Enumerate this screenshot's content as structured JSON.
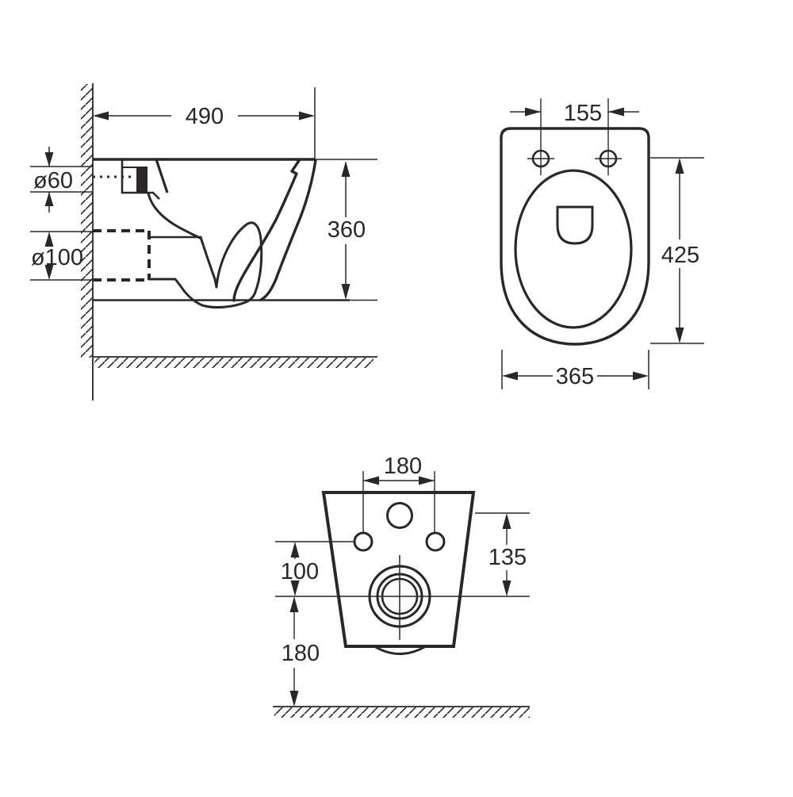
{
  "drawing_type": "wall-hung toilet dimension drawing, three orthographic views",
  "colors": {
    "line": "#2b2727",
    "background": "#ffffff"
  },
  "side_view": {
    "depth": "490",
    "height": "360",
    "inlet_diameter": "ø60",
    "outlet_diameter": "ø100"
  },
  "top_view": {
    "fixing_hole_spacing": "155",
    "length": "425",
    "width": "365"
  },
  "rear_view": {
    "fixing_hole_spacing": "180",
    "fixing_hole_to_outlet_height": "135",
    "outlet_offset": "100",
    "outlet_to_floor_height": "180"
  }
}
